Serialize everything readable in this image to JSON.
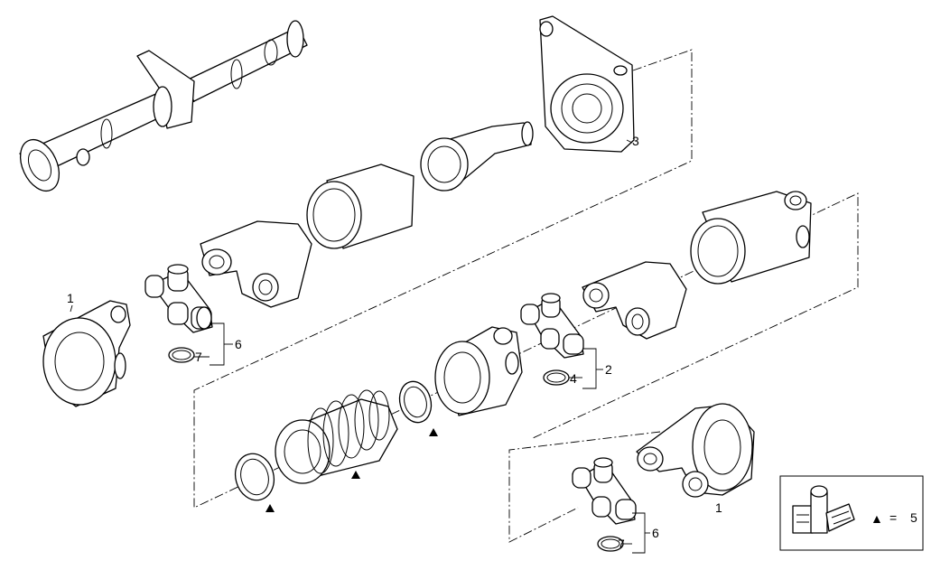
{
  "callouts": {
    "c1_left": "1",
    "c7_top": "7",
    "c6_top": "6",
    "c3": "3",
    "c2": "2",
    "c4": "4",
    "c1_bottom": "1",
    "c7_bottom": "7",
    "c6_bottom": "6"
  },
  "legend": {
    "symbol": "▲",
    "equals": "=",
    "value": "5"
  }
}
